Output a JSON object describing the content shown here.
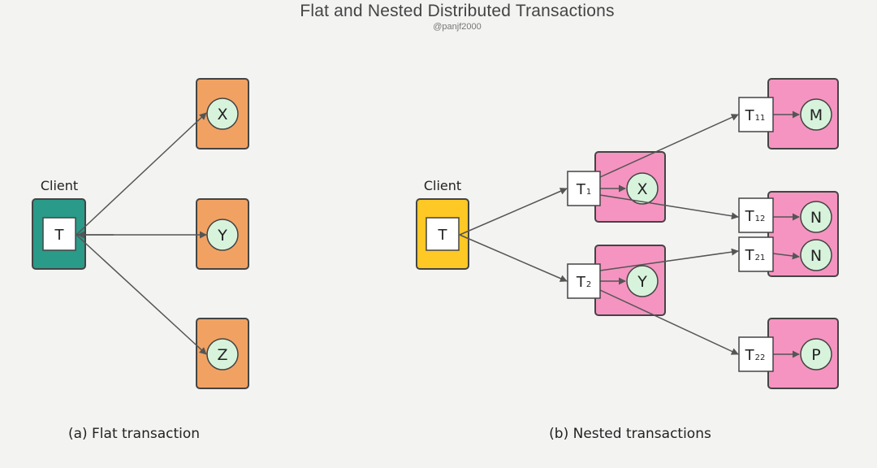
{
  "title": "Flat and Nested Distributed Transactions",
  "subtitle": "@panjf2000",
  "flat": {
    "client_label": "Client",
    "client_txn": "T",
    "servers": [
      "X",
      "Y",
      "Z"
    ],
    "caption": "(a) Flat transaction"
  },
  "nested": {
    "client_label": "Client",
    "client_txn": "T",
    "level1": [
      {
        "txn": "T",
        "sub": "1",
        "server": "X"
      },
      {
        "txn": "T",
        "sub": "2",
        "server": "Y"
      }
    ],
    "level2": [
      {
        "txn": "T",
        "sub": "11",
        "server": "M"
      },
      {
        "txn": "T",
        "sub": "12",
        "server": "N"
      },
      {
        "txn": "T",
        "sub": "21",
        "server": "N"
      },
      {
        "txn": "T",
        "sub": "22",
        "server": "P"
      }
    ],
    "caption": "(b) Nested transactions"
  },
  "colors": {
    "background": "#f3f3f2",
    "client_flat": "#2a9a89",
    "client_nested": "#fec825",
    "server_flat": "#f1a263",
    "server_nested": "#f594c0",
    "node_fill": "#d8f3dc",
    "stroke": "#4a4a4a",
    "arrow": "#555555"
  }
}
